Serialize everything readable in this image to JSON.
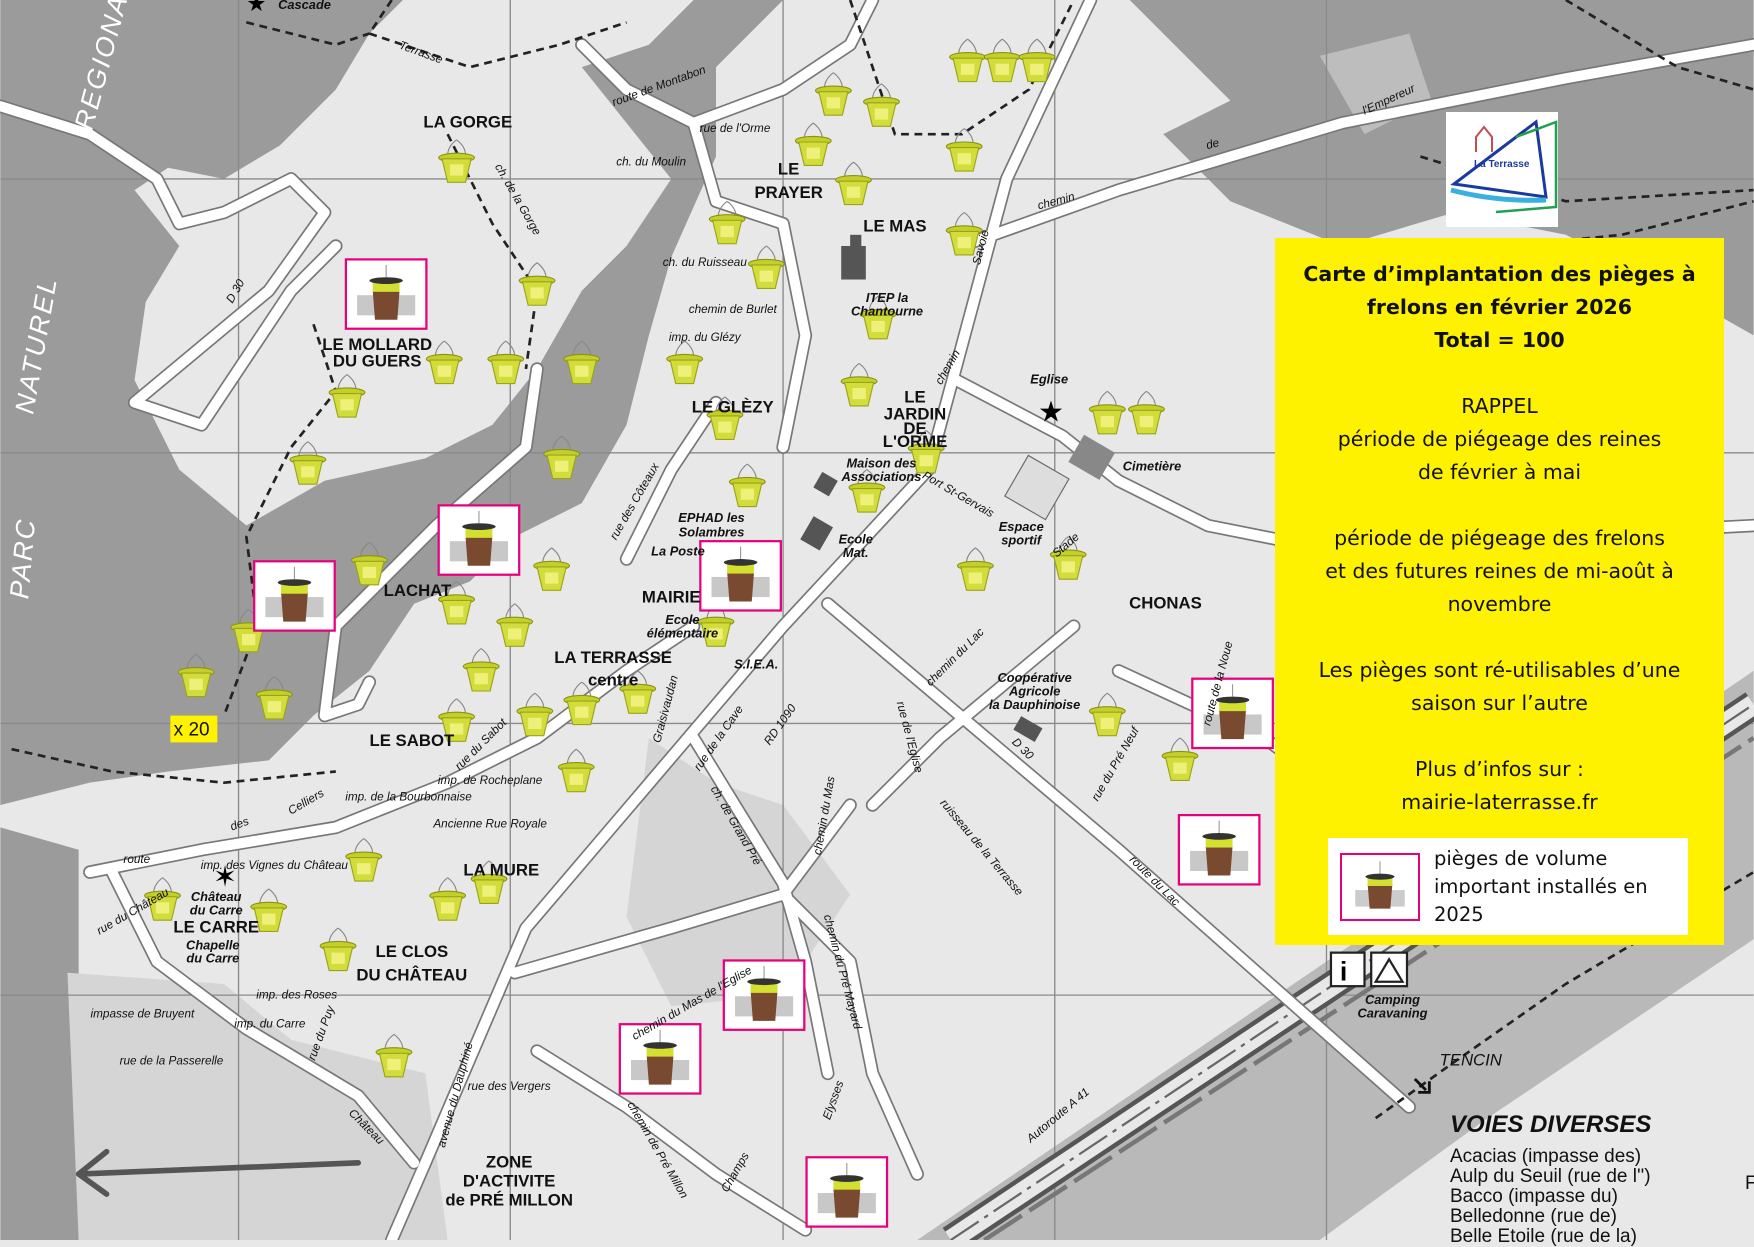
{
  "map": {
    "region_words": [
      "REGIONAL",
      "NATUREL",
      "PARC"
    ],
    "places": [
      "LA GORGE",
      "LE MOLLARD",
      "DU GUERS",
      "LACHAT",
      "LE",
      "PRAYER",
      "LE MAS",
      "LE GLÈZY",
      "LE",
      "JARDIN",
      "DE",
      "L'ORME",
      "LA TERRASSE",
      "centre",
      "LE SABOT",
      "LA MURE",
      "LE CARRE",
      "LE CLOS",
      "DU CHÂTEAU",
      "CHONAS",
      "ZONE",
      "D'ACTIVITE",
      "de PRÉ MILLON",
      "TENCIN",
      "MAIRIE"
    ],
    "pois": [
      "Eglise",
      "Cimetière",
      "Espace",
      "sportif",
      "Coopérative",
      "Agricole",
      "la Dauphinoise",
      "Camping",
      "Caravaning",
      "Château",
      "du Carre",
      "Chapelle",
      "du Carre",
      "ITEP la",
      "Chantourne",
      "EPHAD les",
      "Solambres",
      "Ecole",
      "élémentaire",
      "Ecole",
      "Mat.",
      "Maison des",
      "Associations",
      "S.I.E.A.",
      "La Poste",
      "Cascade"
    ],
    "streets": [
      "Terrasse",
      "route de Montabon",
      "l'Empereur",
      "chemin",
      "de",
      "D 30",
      "D 30",
      "Autoroute A 41",
      "route du Lac",
      "chemin du Pré Mayard",
      "avenue du Dauphiné",
      "rue du Château",
      "ch. de Grand Pré",
      "ruisseau de la Terrasse",
      "chemin de Pré Millon",
      "ch. de la Gorge",
      "Celliers",
      "RD 1090",
      "rue de l'Orme",
      "ch. du Moulin",
      "ch. du Ruisseau",
      "chemin de Burlet",
      "imp. du Glézy",
      "Port St-Gervais",
      "chemin du Lac",
      "rue de l'Eglise",
      "impasse de Bruyent",
      "rue de la Passerelle",
      "imp. des Roses",
      "imp. du Carre",
      "rue du Puy",
      "Château",
      "rue des Vergers",
      "Champs",
      "Elysses",
      "chemin du Mas de l'Eglise",
      "rue du Sabot",
      "imp. de Rocheplane",
      "Ancienne Rue Royale",
      "imp. de la Bourbonnaise",
      "rue de la Cave",
      "Graisivaudan",
      "rue des Côteaux",
      "chemin du Mas",
      "rue du Pré Neuf",
      "route de la Noue",
      "Stade",
      "imp. des Vignes du Château",
      "route",
      "des",
      "Savoie",
      "chemin"
    ],
    "trap_count_label": "x 20"
  },
  "info": {
    "title_lines": [
      "Carte d’implantation des pièges à",
      "frelons en février 2026",
      "Total = 100"
    ],
    "reminder": [
      "RAPPEL",
      "période de piégeage des reines",
      "de février à mai"
    ],
    "period2": [
      "période de piégeage des frelons",
      "et des futures reines de mi-août à",
      "novembre"
    ],
    "reuse": [
      "Les pièges sont ré-utilisables d’une",
      "saison sur l’autre"
    ],
    "more": [
      "Plus d’infos sur :",
      "mairie-laterrasse.fr"
    ],
    "legend": [
      "pièges de volume",
      "important installés en",
      "2025"
    ]
  },
  "logo_text": "La Terrasse",
  "voies": {
    "heading": "VOIES DIVERSES",
    "items": [
      "Acacias (impasse des)",
      "Aulp du Seuil (rue de l'')",
      "Bacco (impasse du)",
      "Belledonne (rue de)",
      "Belle Etoile (rue de la)"
    ],
    "right_letter": "F"
  },
  "colors": {
    "box": "#fff200",
    "frame": "#e6007e",
    "trap": "#d2dc3a",
    "dark_area": "#9b9b9b"
  }
}
